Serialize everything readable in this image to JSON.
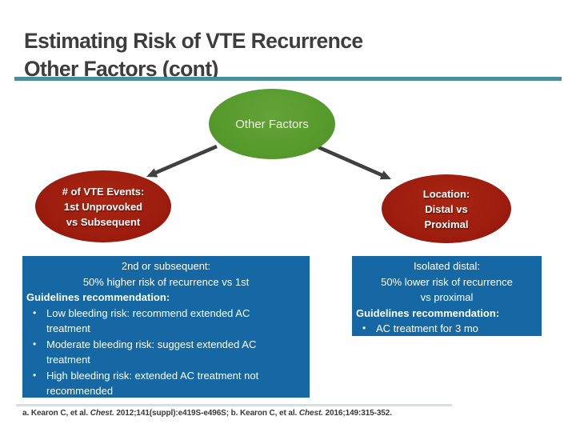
{
  "colors": {
    "title": "#3d3d3d",
    "rule": "#4a8e97",
    "green": "#569a2c",
    "red": "#9c1c0e",
    "blue": "#1568a3",
    "arrow": "#404040"
  },
  "title": {
    "line1": "Estimating Risk of VTE Recurrence",
    "line2": "Other Factors (cont)"
  },
  "diagram": {
    "root_label": "Other Factors",
    "left_node_lines": [
      "# of VTE Events:",
      "1st Unprovoked",
      "vs Subsequent"
    ],
    "right_node_lines": [
      "Location:",
      "Distal vs",
      "Proximal"
    ]
  },
  "panels": {
    "left": {
      "heading_lines": [
        "2nd or subsequent:",
        "50% higher risk of recurrence vs 1st"
      ],
      "subheading": "Guidelines recommendation:",
      "bullets": [
        "Low bleeding risk: recommend extended AC treatment",
        "Moderate bleeding risk: suggest extended AC treatment",
        "High bleeding risk: extended AC treatment not recommended"
      ]
    },
    "right": {
      "heading_lines": [
        "Isolated distal:",
        "50% lower risk of recurrence",
        "vs proximal"
      ],
      "subheading": "Guidelines recommendation:",
      "bullets": [
        "AC treatment for 3 mo"
      ]
    }
  },
  "glyphs": {
    "bullet": "•"
  },
  "footnote": {
    "seg1": "a. Kearon C, et al. ",
    "cite1": "Chest.",
    "seg2": " 2012;141(suppl):e419S-e496S; b. Kearon C, et al. ",
    "cite2": "Chest.",
    "seg3": " 2016;149:315-352."
  }
}
